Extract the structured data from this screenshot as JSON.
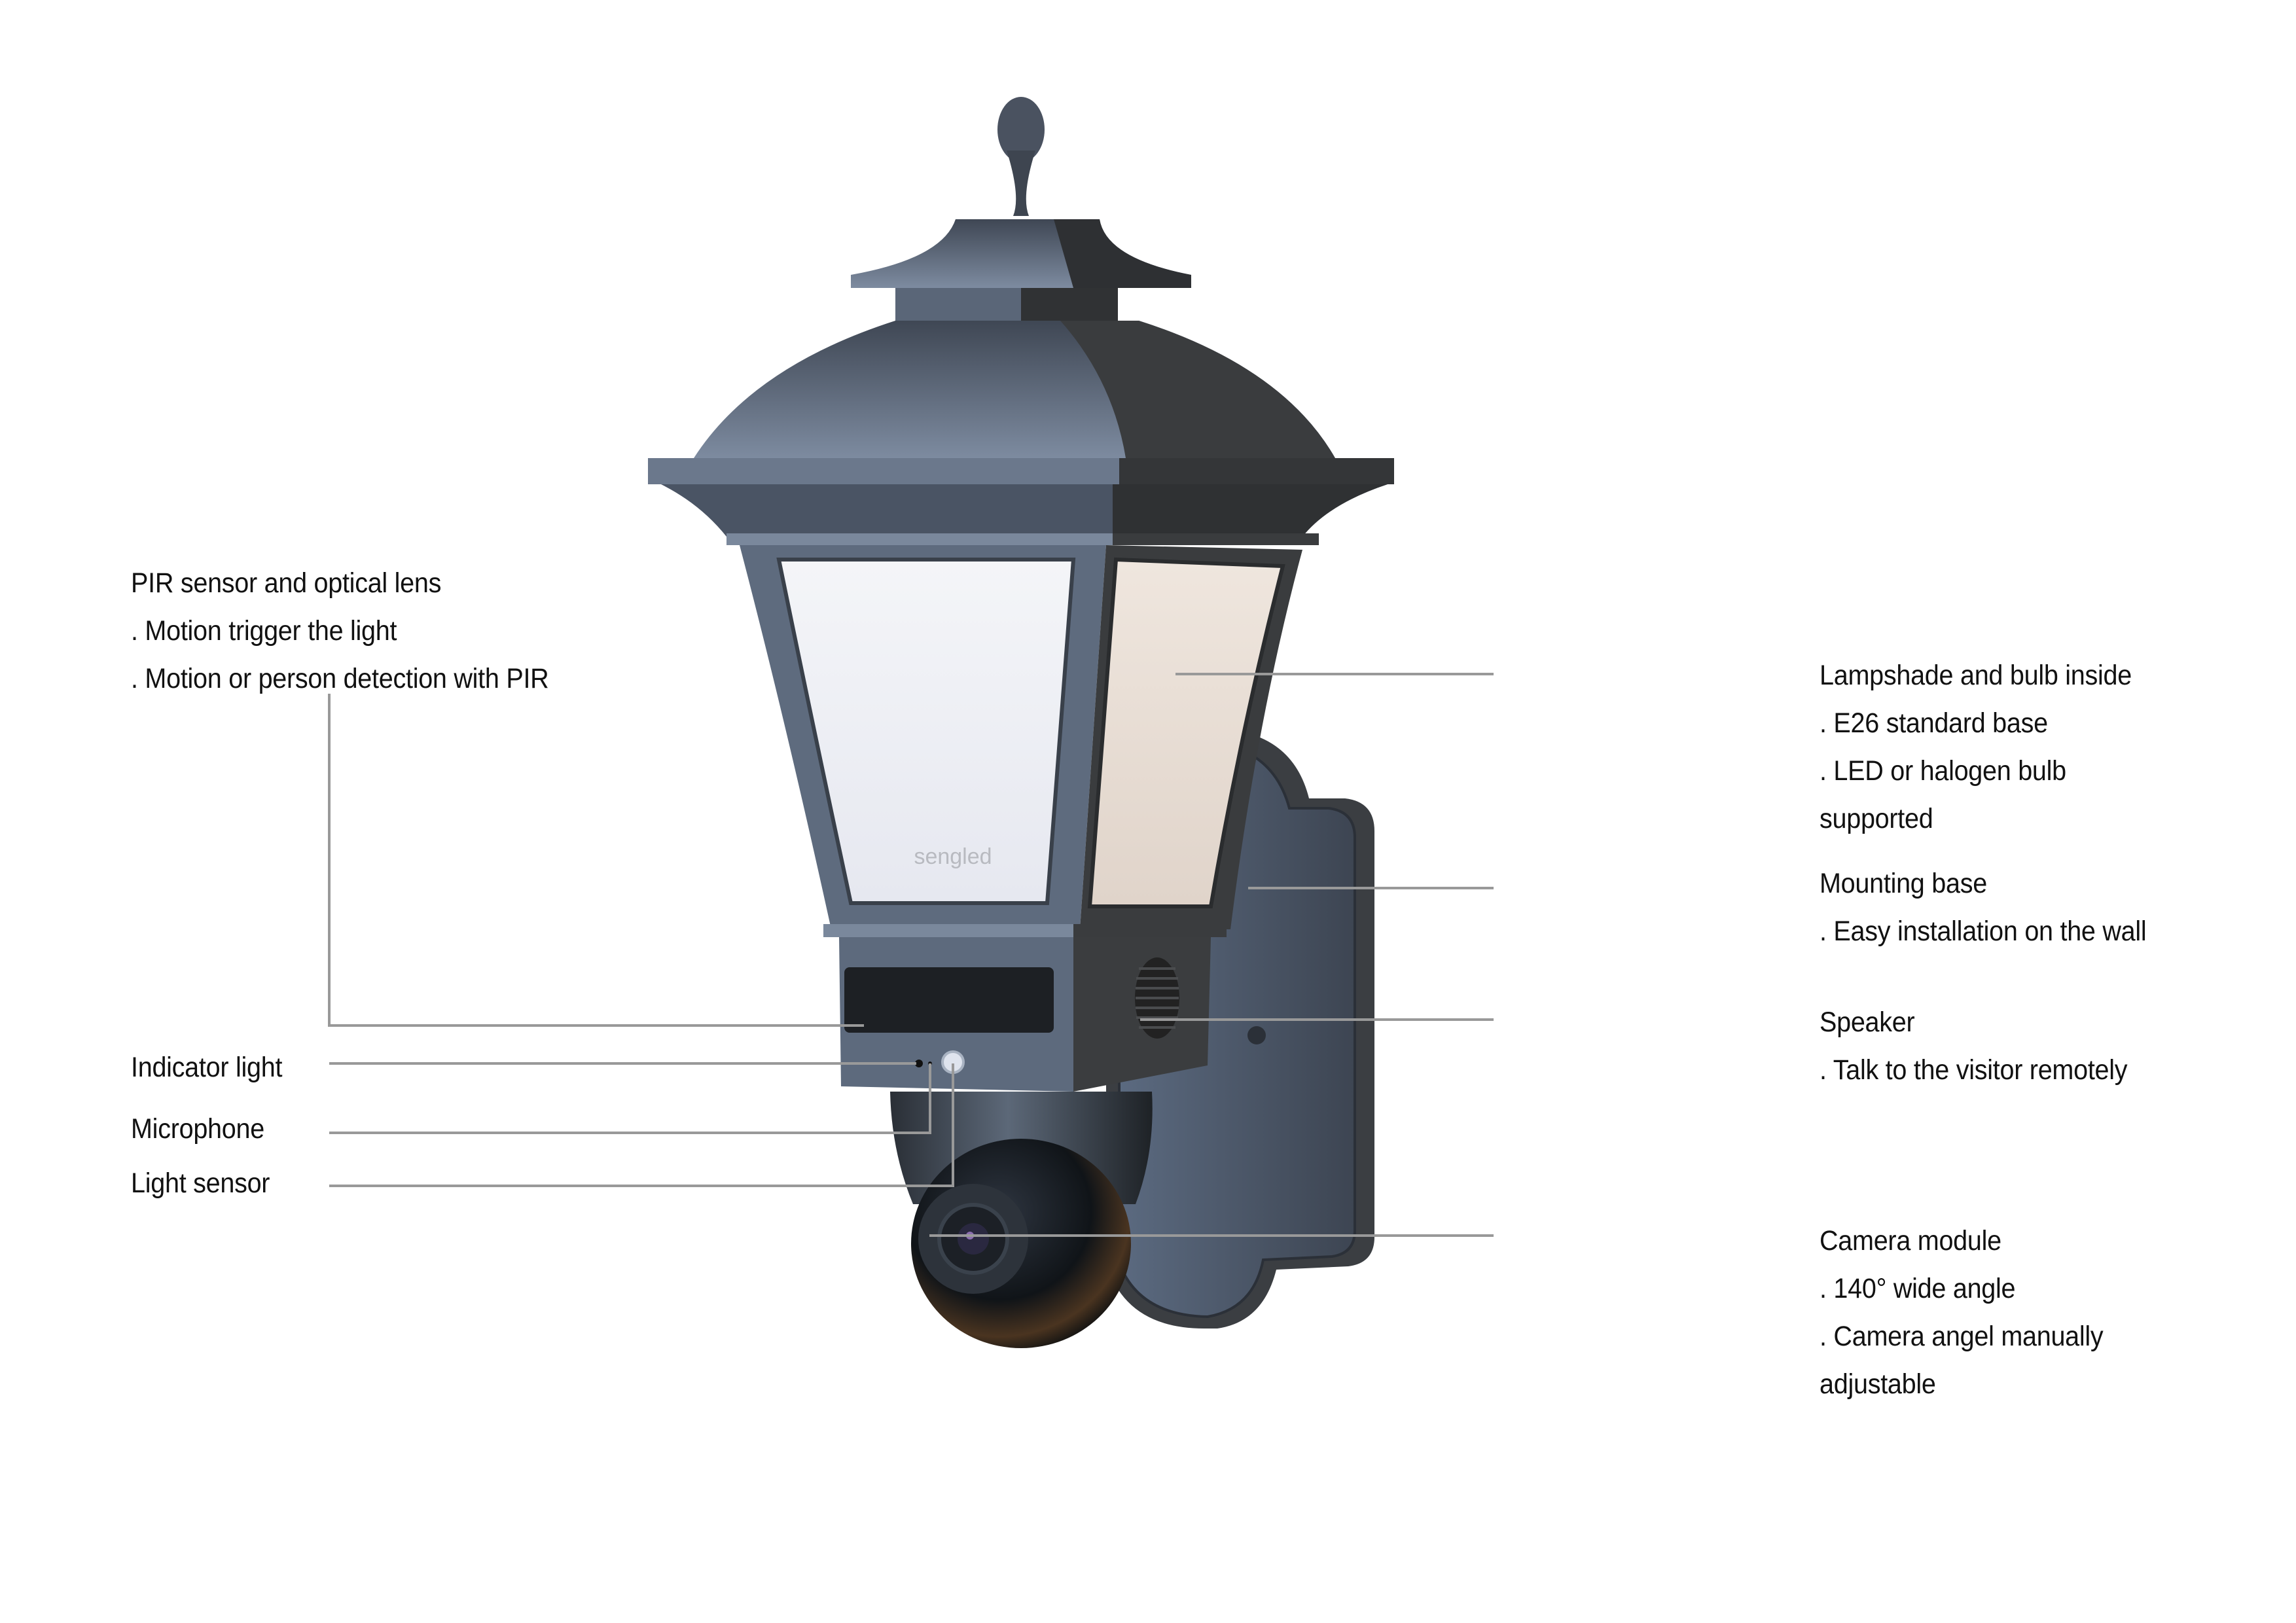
{
  "diagram": {
    "subject": "Outdoor lantern security light with camera",
    "brand_mark": "sengled",
    "colors": {
      "background": "#ffffff",
      "text": "#111111",
      "leader_line": "#999999",
      "housing_light": "#6b7a8f",
      "housing_dark": "#3a3d40",
      "lampshade_front": "#eceef4",
      "lampshade_side": "#e3d8cf"
    }
  },
  "callouts": {
    "left": [
      {
        "id": "pir",
        "title": "PIR sensor and optical lens",
        "bullets": [
          ". Motion trigger the light",
          ". Motion or person detection with PIR"
        ]
      },
      {
        "id": "indicator",
        "title": "Indicator light",
        "bullets": []
      },
      {
        "id": "microphone",
        "title": "Microphone",
        "bullets": []
      },
      {
        "id": "light_sensor",
        "title": "Light sensor",
        "bullets": []
      }
    ],
    "right": [
      {
        "id": "lampshade",
        "title": "Lampshade and bulb inside",
        "bullets": [
          ". E26 standard base",
          ". LED or halogen bulb",
          "supported"
        ]
      },
      {
        "id": "mounting",
        "title": "Mounting base",
        "bullets": [
          ". Easy installation on the wall"
        ]
      },
      {
        "id": "speaker",
        "title": "Speaker",
        "bullets": [
          ". Talk to the visitor remotely"
        ]
      },
      {
        "id": "camera",
        "title": "Camera module",
        "bullets": [
          ". 140° wide angle",
          ". Camera angel manually",
          "adjustable"
        ]
      }
    ]
  }
}
